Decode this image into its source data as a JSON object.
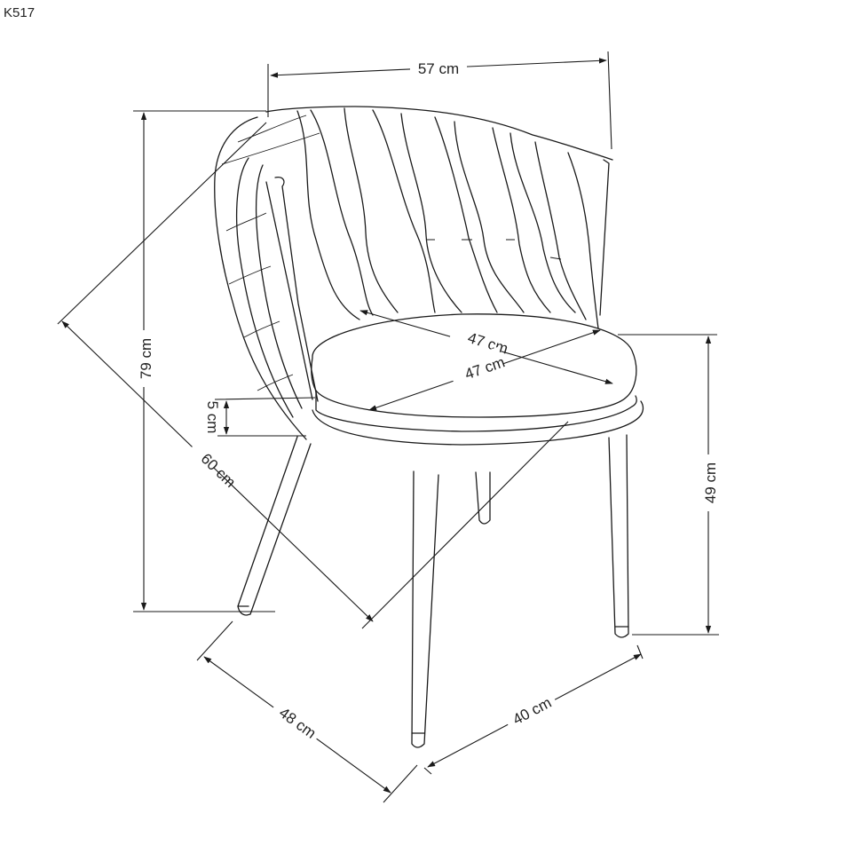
{
  "model_code": "K517",
  "dimensions": {
    "width": "57 cm",
    "height": "79 cm",
    "depth": "60 cm",
    "seat_width": "47 cm",
    "seat_depth": "47 cm",
    "seat_thickness": "5 cm",
    "seat_height": "49 cm",
    "legs_side": "48 cm",
    "legs_front": "40 cm"
  }
}
